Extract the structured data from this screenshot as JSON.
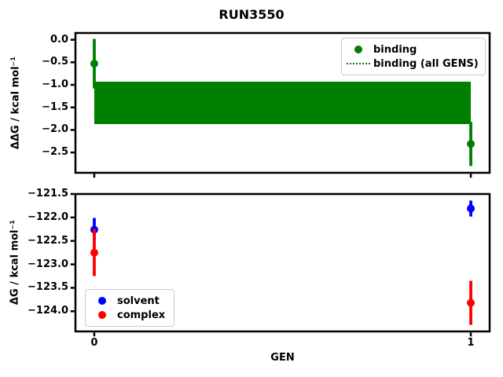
{
  "figure": {
    "title": "RUN3550",
    "background": "#ffffff"
  },
  "colors": {
    "binding": "#008000",
    "solvent": "#0000ff",
    "complex": "#ff0000",
    "axes": "#000000"
  },
  "chart_data": [
    {
      "type": "scatter",
      "position": "top",
      "title": "RUN3550",
      "ylabel": "ΔΔG / kcal mol⁻¹",
      "xlabel": "",
      "xlim": [
        -0.05,
        1.05
      ],
      "ylim": [
        -2.95,
        0.15
      ],
      "x": [
        0,
        1
      ],
      "xtick_labels": [],
      "ytick_values": [
        0.0,
        -0.5,
        -1.0,
        -1.5,
        -2.0,
        -2.5
      ],
      "ytick_labels": [
        "0.0",
        "−0.5",
        "−1.0",
        "−1.5",
        "−2.0",
        "−2.5"
      ],
      "series": [
        {
          "name": "binding",
          "color": "#008000",
          "marker": "o",
          "values": [
            -0.53,
            -2.31
          ],
          "yerr": [
            0.55,
            0.49
          ]
        }
      ],
      "band": {
        "name": "binding (all GENS)",
        "color": "#008000",
        "center": -1.4,
        "lo": -1.87,
        "hi": -0.93,
        "x_from": 0,
        "x_to": 1,
        "line_style": "dotted"
      },
      "legend": {
        "loc": "upper right",
        "entries": [
          {
            "label": "binding",
            "swatch": "dot",
            "color": "#008000"
          },
          {
            "label": "binding (all GENS)",
            "swatch": "dotted-line",
            "color": "#008000"
          }
        ]
      },
      "grid": false
    },
    {
      "type": "scatter",
      "position": "bottom",
      "title": "",
      "ylabel": "ΔG / kcal mol⁻¹",
      "xlabel": "GEN",
      "xlim": [
        -0.05,
        1.05
      ],
      "ylim": [
        -124.43,
        -121.5
      ],
      "x": [
        0,
        1
      ],
      "xtick_labels": [
        "0",
        "1"
      ],
      "ytick_values": [
        -121.5,
        -122.0,
        -122.5,
        -123.0,
        -123.5,
        -124.0
      ],
      "ytick_labels": [
        "−121.5",
        "−122.0",
        "−122.5",
        "−123.0",
        "−123.5",
        "−124.0"
      ],
      "series": [
        {
          "name": "solvent",
          "color": "#0000ff",
          "marker": "o",
          "values": [
            -122.26,
            -121.81
          ],
          "yerr": [
            0.25,
            0.17
          ]
        },
        {
          "name": "complex",
          "color": "#ff0000",
          "marker": "o",
          "values": [
            -122.75,
            -123.82
          ],
          "yerr": [
            0.5,
            0.47
          ]
        }
      ],
      "legend": {
        "loc": "lower left",
        "entries": [
          {
            "label": "solvent",
            "swatch": "dot",
            "color": "#0000ff"
          },
          {
            "label": "complex",
            "swatch": "dot",
            "color": "#ff0000"
          }
        ]
      },
      "grid": false
    }
  ]
}
